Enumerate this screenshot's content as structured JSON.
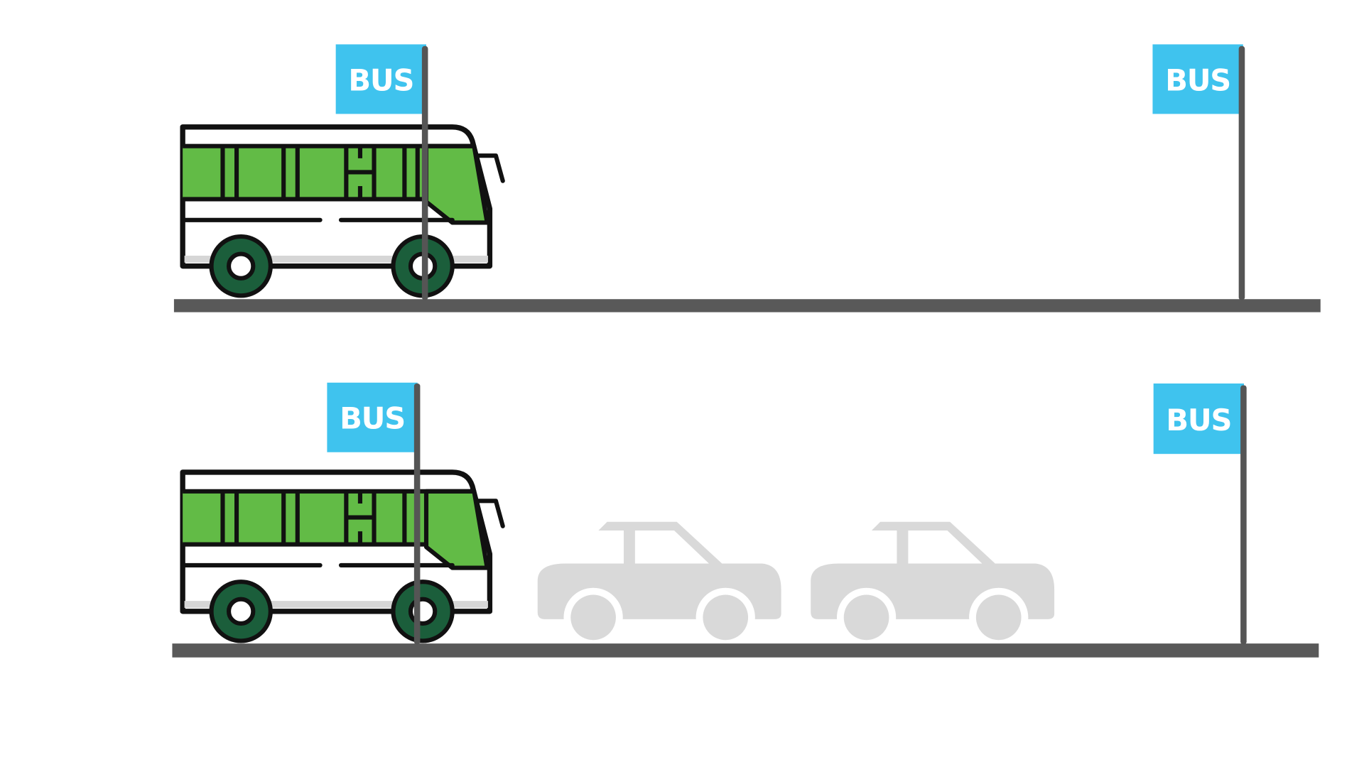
{
  "scenes": [
    {
      "name": "bus-only",
      "signs": [
        {
          "label": "BUS"
        },
        {
          "label": "BUS"
        }
      ]
    },
    {
      "name": "bus-with-cars",
      "signs": [
        {
          "label": "BUS"
        },
        {
          "label": "BUS"
        }
      ]
    }
  ],
  "colors": {
    "sign": "#3fc3ee",
    "pole": "#555555",
    "road": "#595959",
    "bus_green": "#62bb46",
    "wheel": "#1b5e3b",
    "car": "#d9d9d9"
  }
}
